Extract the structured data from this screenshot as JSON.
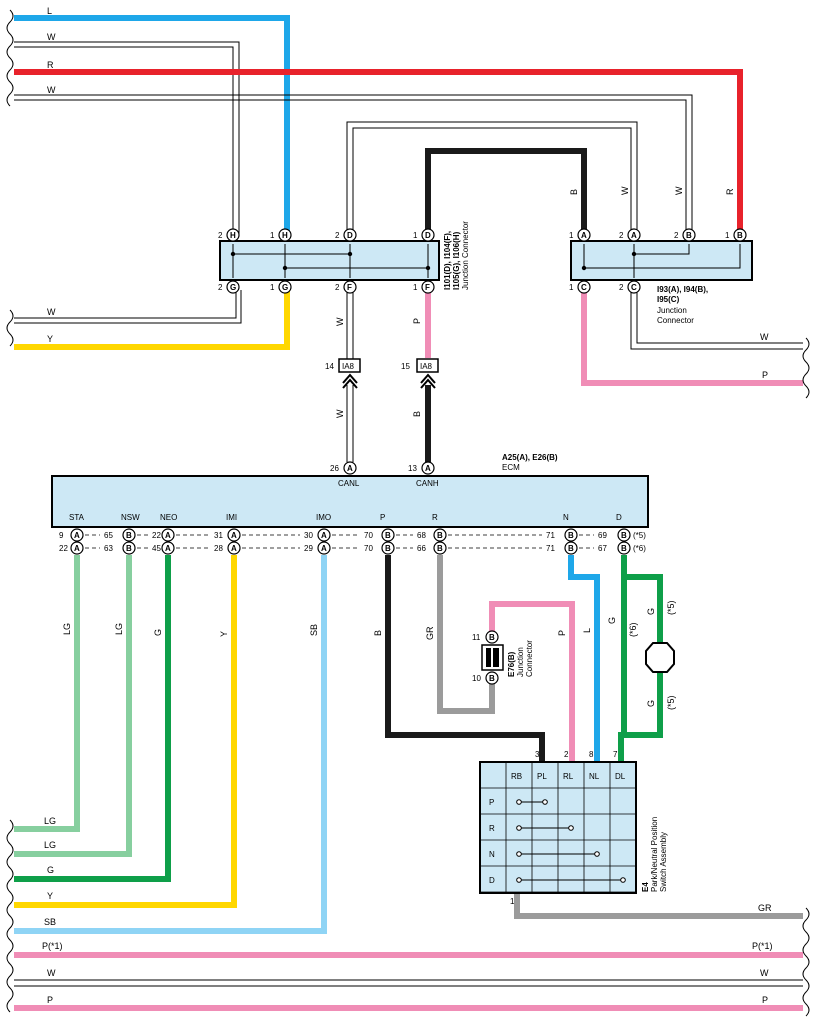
{
  "colors": {
    "L": "#1ea7e9",
    "W": "#ffffff",
    "R": "#e8222b",
    "B": "#1a1a1a",
    "Y": "#ffd700",
    "P": "#f08db6",
    "LG": "#87cf9f",
    "G": "#0e9f49",
    "SB": "#8fd4f5",
    "GR": "#9b9b9b",
    "box": "#cde8f5"
  },
  "left_wires": {
    "top": [
      "L",
      "W",
      "R",
      "W"
    ],
    "mid": [
      "W",
      "Y"
    ],
    "bottom": [
      "LG",
      "LG",
      "G",
      "Y",
      "SB",
      "P(*1)",
      "W",
      "P"
    ]
  },
  "right_wires": {
    "mid": [
      "W",
      "P"
    ],
    "bottom": [
      "GR",
      "P(*1)",
      "W",
      "P"
    ]
  },
  "junction1": {
    "label_lines": [
      "I101(D), I104(F),",
      "I105(G), I106(H)",
      "Junction Connector"
    ],
    "top_pins": [
      {
        "n": "2",
        "c": "H"
      },
      {
        "n": "1",
        "c": "H"
      },
      {
        "n": "2",
        "c": "D"
      },
      {
        "n": "1",
        "c": "D"
      }
    ],
    "bottom_pins": [
      {
        "n": "2",
        "c": "G"
      },
      {
        "n": "1",
        "c": "G"
      },
      {
        "n": "2",
        "c": "F"
      },
      {
        "n": "1",
        "c": "F"
      }
    ]
  },
  "junction2": {
    "label_lines": [
      "I93(A), I94(B),",
      "I95(C)",
      "Junction",
      "Connector"
    ],
    "top_pins": [
      {
        "n": "1",
        "c": "A"
      },
      {
        "n": "2",
        "c": "A"
      },
      {
        "n": "2",
        "c": "B"
      },
      {
        "n": "1",
        "c": "B"
      }
    ],
    "bottom_pins": [
      {
        "n": "1",
        "c": "C"
      },
      {
        "n": "2",
        "c": "C"
      }
    ]
  },
  "ia8": [
    {
      "pin": "14",
      "name": "IA8"
    },
    {
      "pin": "15",
      "name": "IA8"
    }
  ],
  "ecm": {
    "title_lines": [
      "A25(A), E26(B)",
      "ECM"
    ],
    "top_pins": [
      {
        "n": "26",
        "c": "A",
        "label": "CANL"
      },
      {
        "n": "13",
        "c": "A",
        "label": "CANH"
      }
    ],
    "bottom_labels": [
      "STA",
      "NSW",
      "NEO",
      "IMI",
      "IMO",
      "P",
      "R",
      "N",
      "D"
    ],
    "row1": [
      {
        "n": "9",
        "c": "A"
      },
      {
        "n": "65",
        "c": "B"
      },
      {
        "n": "22",
        "c": "A"
      },
      {
        "n": "31",
        "c": "A"
      },
      {
        "n": "30",
        "c": "A"
      },
      {
        "n": "70",
        "c": "B"
      },
      {
        "n": "68",
        "c": "B"
      },
      {
        "n": "71",
        "c": "B"
      },
      {
        "n": "69",
        "c": "B"
      }
    ],
    "row2": [
      {
        "n": "22",
        "c": "A"
      },
      {
        "n": "63",
        "c": "B"
      },
      {
        "n": "45",
        "c": "A"
      },
      {
        "n": "28",
        "c": "A"
      },
      {
        "n": "29",
        "c": "A"
      },
      {
        "n": "70",
        "c": "B"
      },
      {
        "n": "66",
        "c": "B"
      },
      {
        "n": "71",
        "c": "B"
      },
      {
        "n": "67",
        "c": "B"
      }
    ],
    "notes": [
      "(*5)",
      "(*6)"
    ]
  },
  "wire_labels": {
    "vert_top": [
      "B",
      "W",
      "W",
      "R"
    ],
    "mid_left": [
      "W",
      "W"
    ],
    "mid_right": [
      "P",
      "B"
    ],
    "ecm_down": [
      "LG",
      "LG",
      "G",
      "Y",
      "SB",
      "B",
      "GR",
      "P",
      "L",
      "G"
    ],
    "g_notes": [
      "(*6)",
      "G",
      "(*5)",
      "G",
      "(*5)"
    ]
  },
  "e76": {
    "label_lines": [
      "E76(B)",
      "Junction",
      "Connector"
    ],
    "pins": [
      {
        "n": "11",
        "c": "B"
      },
      {
        "n": "10",
        "c": "B"
      }
    ]
  },
  "e4": {
    "label_lines": [
      "E4",
      "Park/Neutral Position",
      "Switch Assembly"
    ],
    "pin_numbers": [
      "3",
      "2",
      "8",
      "7"
    ],
    "columns": [
      "RB",
      "PL",
      "RL",
      "NL",
      "DL"
    ],
    "rows": [
      "P",
      "R",
      "N",
      "D"
    ],
    "ground_pin": "1"
  }
}
